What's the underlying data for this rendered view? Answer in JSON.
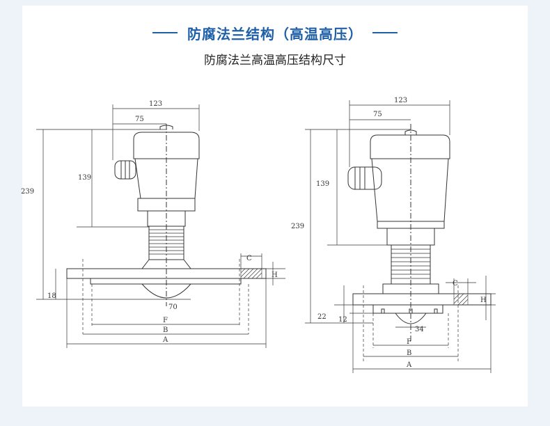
{
  "header": {
    "title": "防腐法兰结构（高温高压）",
    "subtitle": "防腐法兰高温高压结构尺寸"
  },
  "left_drawing": {
    "dim_total_width": "123",
    "dim_offset": "75",
    "dim_upper_height": "139",
    "dim_total_height": "239",
    "dim_bottom": "18",
    "dim_dish": "70",
    "label_f": "F",
    "label_b": "B",
    "label_a": "A",
    "label_c": "C",
    "label_h": "H"
  },
  "right_drawing": {
    "dim_total_width": "123",
    "dim_offset": "75",
    "dim_upper_height": "139",
    "dim_total_height": "239",
    "dim_bottom": "22",
    "dim_mid": "12",
    "dim_dish": "34",
    "label_f": "F",
    "label_b": "B",
    "label_a": "A",
    "label_c": "C",
    "label_h": "H"
  },
  "colors": {
    "accent": "#1e5fa8",
    "line": "#333333",
    "page": "#eef3f9"
  }
}
